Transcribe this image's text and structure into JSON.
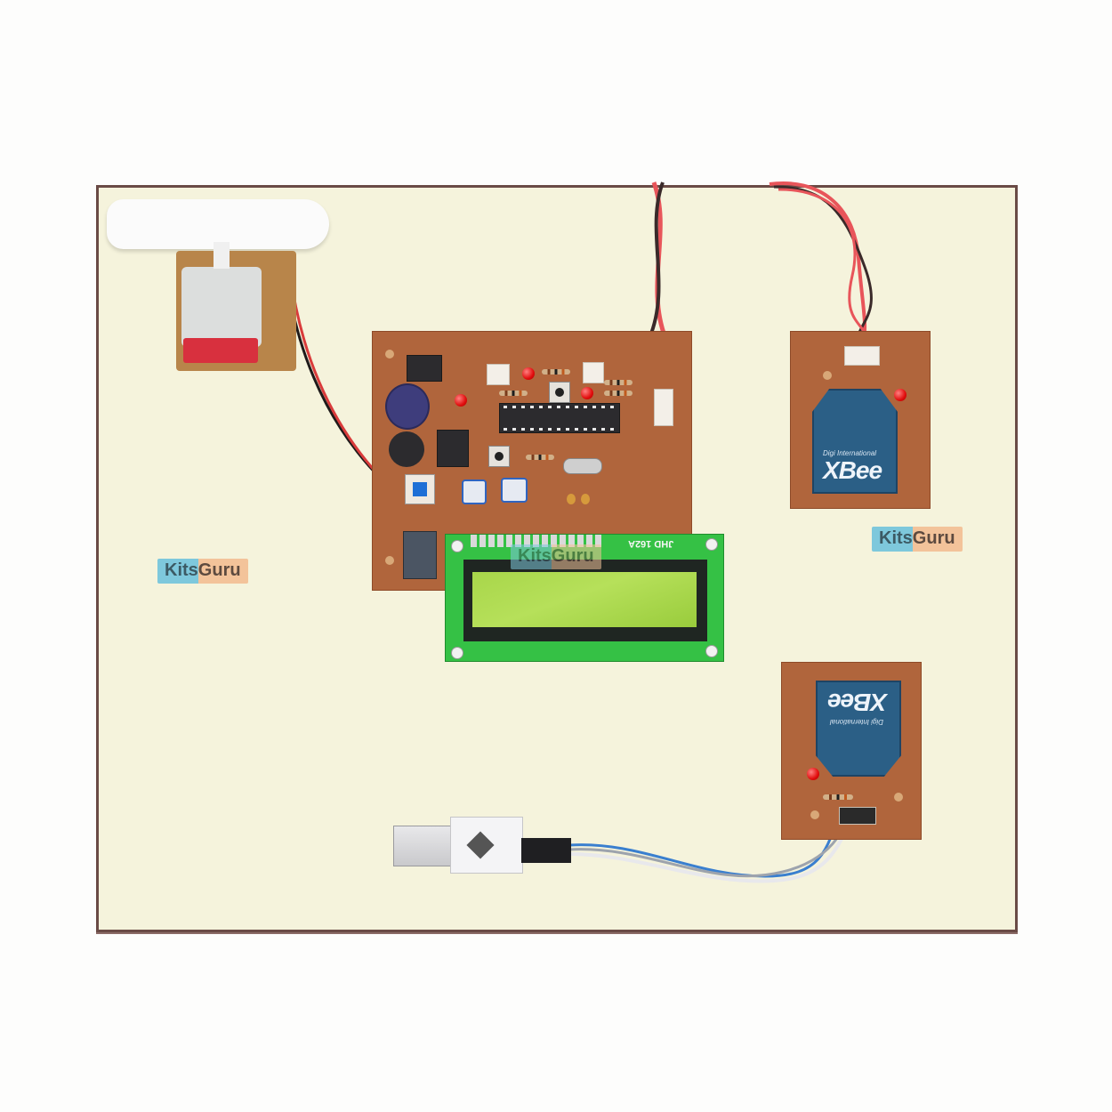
{
  "scene": {
    "description": "Top-down photo of a wireless motor speed control electronics project kit mounted on a cream base board",
    "background_color": "#fdfdfc",
    "board_color": "#f5f3dc",
    "board_edge_color": "#6a4b46",
    "pcb_color": "#b0653c"
  },
  "watermarks": [
    {
      "kits": "Kits",
      "guru": "Guru"
    },
    {
      "kits": "Kits",
      "guru": "Guru"
    },
    {
      "kits": "Kits",
      "guru": "Guru"
    }
  ],
  "xbee_top": {
    "brand": "Digi International",
    "logo": "XBee"
  },
  "xbee_bottom": {
    "brand": "Digi International",
    "logo": "XBee"
  },
  "lcd": {
    "label": "JHD 162A",
    "type": "16x2 character LCD"
  },
  "components": {
    "motor": "DC motor with foam fan blade on wooden mount",
    "main_board": "Microcontroller board with 28-pin IC, crystal, regulator, capacitor, pushbuttons, presets, LEDs",
    "usb_adapter": "USB to serial converter"
  }
}
